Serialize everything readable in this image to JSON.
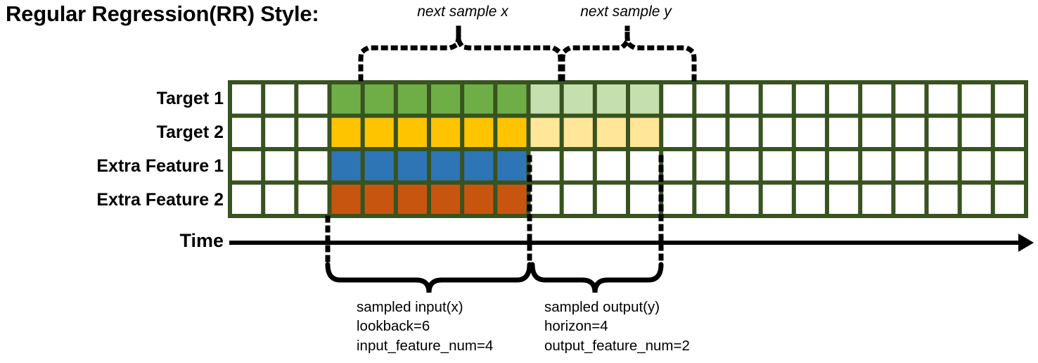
{
  "title": "Regular Regression(RR) Style:",
  "axis": {
    "time_label": "Time",
    "arrow_icon": "right-arrow-icon"
  },
  "rows": [
    {
      "label": "Target 1",
      "fill": "#6FAE47",
      "fill_light": "#C5DFAF",
      "has_output": true
    },
    {
      "label": "Target 2",
      "fill": "#FFC400",
      "fill_light": "#FFE699",
      "has_output": true
    },
    {
      "label": "Extra Feature 1",
      "fill": "#2E75B6",
      "fill_light": "",
      "has_output": false
    },
    {
      "label": "Extra Feature 2",
      "fill": "#C8550F",
      "fill_light": "",
      "has_output": false
    }
  ],
  "grid": {
    "columns_total": 24,
    "lead_blank_cols": 3,
    "input_cols": 6,
    "output_cols": 4,
    "trail_blank_cols": 11,
    "border_color": "#38531F",
    "cell_blank_color": "#FFFFFF"
  },
  "top_annotations": [
    {
      "text": "next sample x"
    },
    {
      "text": "next sample y"
    }
  ],
  "bottom_annotations": [
    {
      "lines": [
        "sampled input(x)",
        "lookback=6",
        "input_feature_num=4"
      ]
    },
    {
      "lines": [
        "sampled output(y)",
        "horizon=4",
        "output_feature_num=2"
      ]
    }
  ],
  "chart_data": {
    "type": "heatmap",
    "title": "Regular Regression(RR) Style:",
    "xlabel": "Time",
    "ylabel": "",
    "categories": [
      "Target 1",
      "Target 2",
      "Extra Feature 1",
      "Extra Feature 2"
    ],
    "x": [
      1,
      2,
      3,
      4,
      5,
      6,
      7,
      8,
      9,
      10,
      11,
      12,
      13,
      14,
      15,
      16,
      17,
      18,
      19,
      20,
      21,
      22,
      23,
      24
    ],
    "series": [
      {
        "name": "Target 1",
        "values": [
          "blank",
          "blank",
          "blank",
          "input",
          "input",
          "input",
          "input",
          "input",
          "input",
          "output",
          "output",
          "output",
          "output",
          "blank",
          "blank",
          "blank",
          "blank",
          "blank",
          "blank",
          "blank",
          "blank",
          "blank",
          "blank",
          "blank"
        ]
      },
      {
        "name": "Target 2",
        "values": [
          "blank",
          "blank",
          "blank",
          "input",
          "input",
          "input",
          "input",
          "input",
          "input",
          "output",
          "output",
          "output",
          "output",
          "blank",
          "blank",
          "blank",
          "blank",
          "blank",
          "blank",
          "blank",
          "blank",
          "blank",
          "blank",
          "blank"
        ]
      },
      {
        "name": "Extra Feature 1",
        "values": [
          "blank",
          "blank",
          "blank",
          "input",
          "input",
          "input",
          "input",
          "input",
          "input",
          "blank",
          "blank",
          "blank",
          "blank",
          "blank",
          "blank",
          "blank",
          "blank",
          "blank",
          "blank",
          "blank",
          "blank",
          "blank",
          "blank",
          "blank"
        ]
      },
      {
        "name": "Extra Feature 2",
        "values": [
          "blank",
          "blank",
          "blank",
          "input",
          "input",
          "input",
          "input",
          "input",
          "input",
          "blank",
          "blank",
          "blank",
          "blank",
          "blank",
          "blank",
          "blank",
          "blank",
          "blank",
          "blank",
          "blank",
          "blank",
          "blank",
          "blank",
          "blank"
        ]
      }
    ],
    "annotations": [
      "next sample x",
      "next sample y",
      "sampled input(x)",
      "lookback=6",
      "input_feature_num=4",
      "sampled output(y)",
      "horizon=4",
      "output_feature_num=2"
    ],
    "grid": true,
    "legend": "none"
  }
}
